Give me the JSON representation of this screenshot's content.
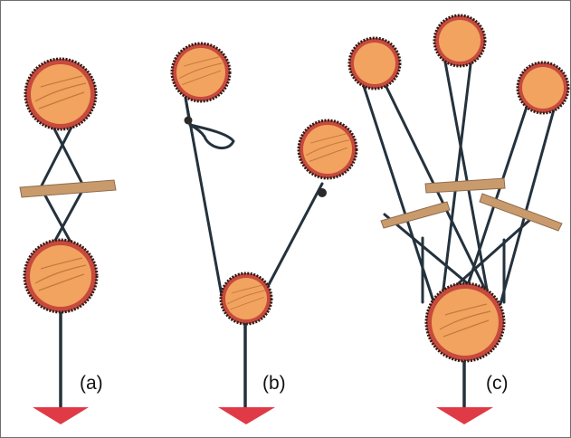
{
  "diagram": {
    "labels": {
      "a": "(a)",
      "b": "(b)",
      "c": "(c)"
    },
    "colors": {
      "pulley_rim": "#c74a3d",
      "pulley_face": "#f1a35f",
      "cord": "#24323d",
      "stick": "#c99b6c",
      "arrow": "#e03a47"
    }
  }
}
